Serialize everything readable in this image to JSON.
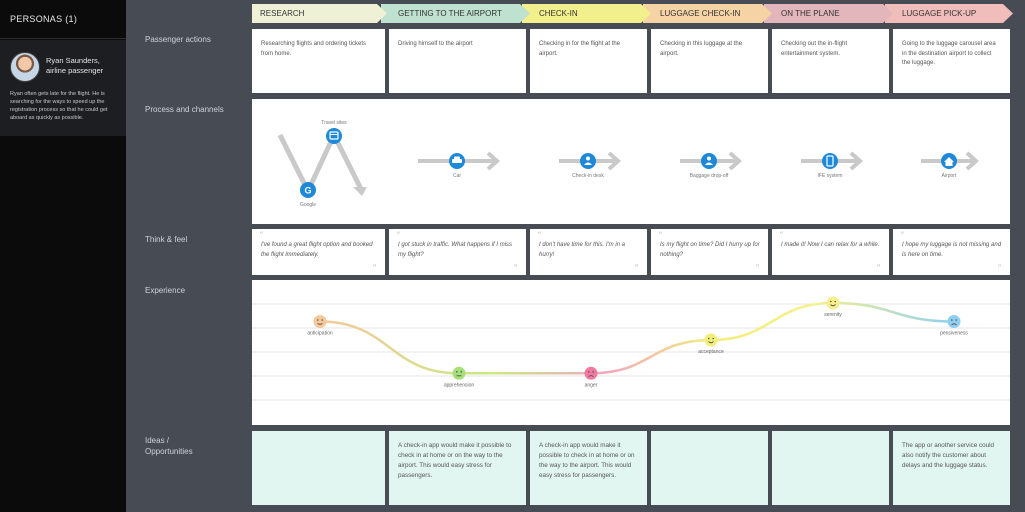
{
  "sidebar": {
    "title": "PERSONAS (1)",
    "persona": {
      "name": "Ryan Saunders,",
      "role": "airline passenger",
      "description": "Ryan often gets late for the flight. He is searching for the ways to speed up the registration process so that he could get aboard as quickly as possible."
    }
  },
  "rows": {
    "actions": "Passenger actions",
    "channels": "Process and channels",
    "think": "Think & feel",
    "experience": "Experience",
    "ideas": "Ideas / Opportunities"
  },
  "stages": [
    {
      "label": "RESEARCH",
      "color": "#eef1d6"
    },
    {
      "label": "GETTING TO THE AIRPORT",
      "color": "#bfe1cf"
    },
    {
      "label": "CHECK-IN",
      "color": "#f1f08c"
    },
    {
      "label": "LUGGAGE CHECK-IN",
      "color": "#f5d3a5"
    },
    {
      "label": "ON THE PLANE",
      "color": "#e3b6bb"
    },
    {
      "label": "LUGGAGE PICK-UP",
      "color": "#f0bdba"
    }
  ],
  "actions": [
    "Researching flights and ordering tickets from home.",
    "Driving himself to the airport",
    "Checking in for the flight at the airport.",
    "Checking in this luggage at the airport.",
    "Checking out the in-flight entertainment system.",
    "Going to the luggage carousel area in the destination airport to collect the luggage."
  ],
  "channels": [
    {
      "label": "Travel sites",
      "icon": "browser-icon"
    },
    {
      "label": "Google",
      "icon": "google-icon"
    },
    {
      "label": "Car",
      "icon": "car-icon"
    },
    {
      "label": "Check-in desk",
      "icon": "person-icon"
    },
    {
      "label": "Baggage drop-off",
      "icon": "person-icon"
    },
    {
      "label": "IFE system",
      "icon": "phone-icon"
    },
    {
      "label": "Airport",
      "icon": "home-icon"
    }
  ],
  "thoughts": [
    "I've found a great flight option and booked the flight immediately.",
    "I got stuck in traffic. What happens if I miss my flight?",
    "I don't have time for this. I'm in a hurry!",
    "Is my flight on time? Did I hurry up for nothing?",
    "I made it! Now I can relax for a while.",
    "I hope my luggage is not missing and is here on time."
  ],
  "emotions": [
    {
      "label": "anticipation",
      "level": 0.75,
      "color": "#f5c89a",
      "face": "neutral"
    },
    {
      "label": "apprehension",
      "level": 0.05,
      "color": "#a5e07a",
      "face": "worried"
    },
    {
      "label": "anger",
      "level": 0.05,
      "color": "#f07a9e",
      "face": "angry"
    },
    {
      "label": "acceptance",
      "level": 0.5,
      "color": "#f2ee7a",
      "face": "happy"
    },
    {
      "label": "serenity",
      "level": 1.0,
      "color": "#f5f08c",
      "face": "happy"
    },
    {
      "label": "pensiveness",
      "level": 0.75,
      "color": "#8fd0f0",
      "face": "sad"
    }
  ],
  "ideas": [
    "",
    "A check-in app would make it possible to check in at home or on the way to the airport. This would easy stress for passengers.",
    "A check-in app would make it possible to check in at home or on the way to the airport. This would easy stress for passengers.",
    "",
    "",
    "The app or another service could also notify the customer about delays and the luggage status."
  ],
  "colors": {
    "accent": "#1e88d9",
    "idea_bg": "#e2f6f1",
    "panel_bg": "#474b54",
    "sidebar_bg": "#0b0b0b"
  }
}
